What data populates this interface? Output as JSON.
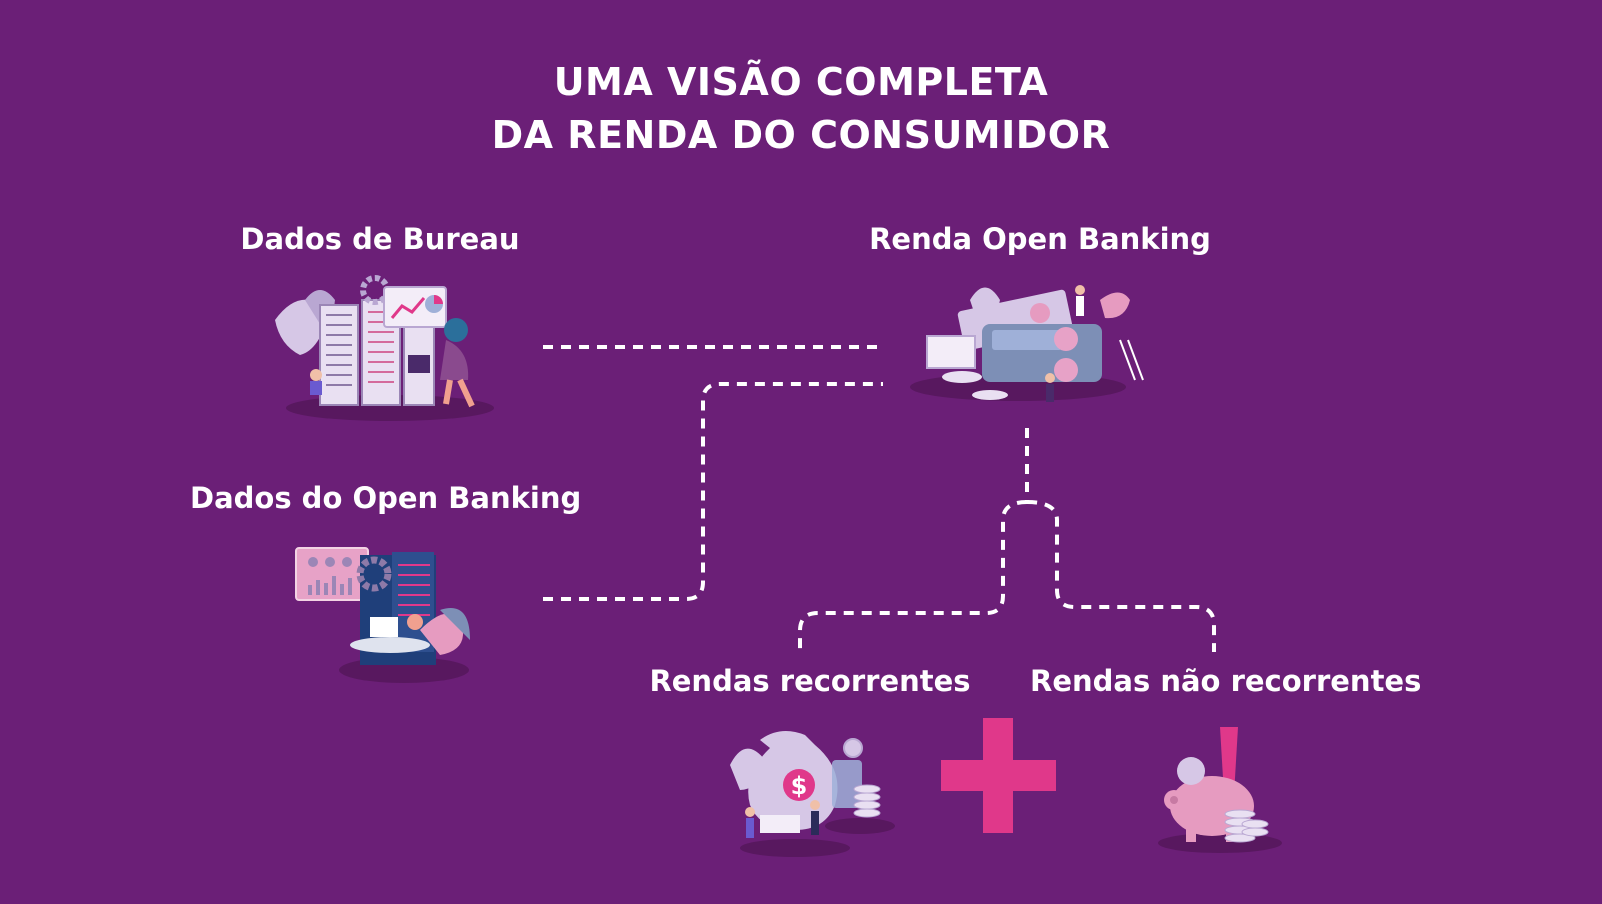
{
  "title": {
    "line1": "UMA VISÃO COMPLETA",
    "line2": "DA RENDA DO CONSUMIDOR"
  },
  "nodes": {
    "bureau": {
      "label": "Dados de Bureau",
      "icon": "server-dashboard-illustration"
    },
    "open_banking_data": {
      "label": "Dados do Open Banking",
      "icon": "computer-gears-illustration"
    },
    "open_banking_income": {
      "label": "Renda Open Banking",
      "icon": "wallet-money-illustration"
    },
    "recurring": {
      "label": "Rendas recorrentes",
      "icon": "money-bag-illustration"
    },
    "non_recurring": {
      "label": "Rendas não recorrentes",
      "icon": "piggy-bank-illustration"
    }
  },
  "operator": {
    "symbol": "plus",
    "color": "#e0388a"
  },
  "colors": {
    "background": "#6b1f77",
    "text": "#ffffff",
    "accent_pink": "#e0388a",
    "illustration_lavender": "#d6c7e6",
    "illustration_shadow": "#58185f"
  }
}
